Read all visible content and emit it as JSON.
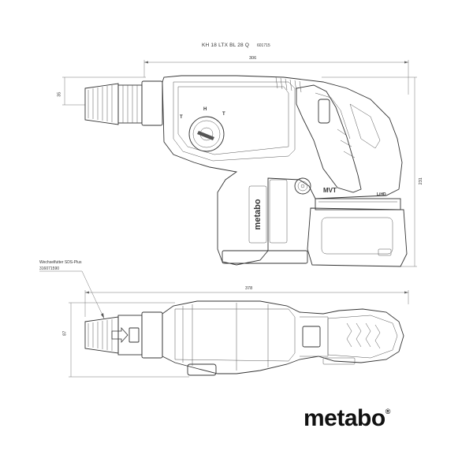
{
  "header": {
    "model": "KH 18 LTX BL 28 Q",
    "code": "601715"
  },
  "dimensions": {
    "length_top": "306",
    "height_left": "35",
    "height_right": "231",
    "length_bottom": "378",
    "width_left": "87"
  },
  "accessory_note": {
    "label": "Wechselfutter SDS-Plus",
    "part_number": "316071590"
  },
  "brand": {
    "name": "metabo",
    "mark": "®"
  },
  "tool_markings": {
    "side_brand": "metabo",
    "battery_label": "LiHD",
    "system_label": "MVT"
  },
  "icons": [
    "side-view-drawing",
    "top-view-drawing",
    "chuck-icon",
    "mode-selector-dial-icon",
    "arrow-icon"
  ]
}
